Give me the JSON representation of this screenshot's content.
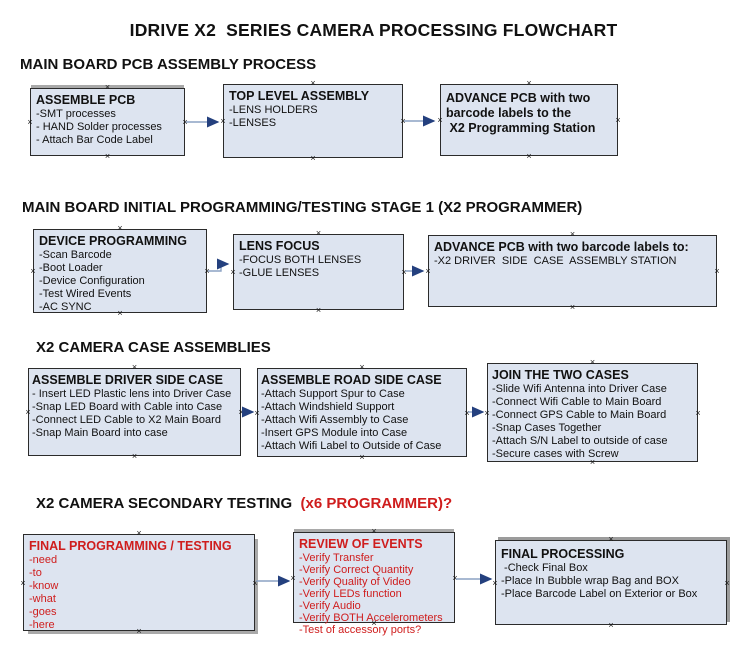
{
  "title": "IDRIVE X2  SERIES CAMERA PROCESSING FLOWCHART",
  "colors": {
    "box_fill": "#dde4f0",
    "box_border": "#2b2b2b",
    "arrow_line": "#8ba2c4",
    "arrow_head": "#24407e",
    "alert_red": "#cf1d1d",
    "shadow_gray": "#a9a9a9"
  },
  "sections": [
    {
      "heading": "MAIN BOARD PCB ASSEMBLY PROCESS",
      "boxes": [
        {
          "title": "ASSEMBLE PCB",
          "items": [
            "-SMT processes",
            "- HAND Solder processes",
            "- Attach Bar Code Label"
          ]
        },
        {
          "title": "TOP LEVEL ASSEMBLY",
          "items": [
            "-LENS HOLDERS",
            "-LENSES"
          ]
        },
        {
          "title": "ADVANCE PCB with two\nbarcode labels to the\n X2 Programming Station",
          "items": []
        }
      ]
    },
    {
      "heading": "MAIN BOARD INITIAL PROGRAMMING/TESTING STAGE 1 (X2 PROGRAMMER)",
      "boxes": [
        {
          "title": "DEVICE PROGRAMMING",
          "items": [
            "-Scan Barcode",
            "-Boot Loader",
            "-Device Configuration",
            "-Test Wired Events",
            "-AC SYNC"
          ]
        },
        {
          "title": "LENS FOCUS",
          "items": [
            "-FOCUS BOTH LENSES",
            "-GLUE LENSES"
          ]
        },
        {
          "title": "ADVANCE PCB with two barcode labels to:",
          "items": [
            "-X2 DRIVER  SIDE  CASE  ASSEMBLY STATION"
          ]
        }
      ]
    },
    {
      "heading": "X2 CAMERA CASE ASSEMBLIES",
      "boxes": [
        {
          "title": "ASSEMBLE DRIVER SIDE CASE",
          "items": [
            "- Insert LED Plastic lens into Driver Case",
            "-Snap LED Board with Cable into Case",
            "-Connect LED Cable to X2 Main Board",
            "-Snap Main Board into case"
          ]
        },
        {
          "title": "ASSEMBLE ROAD SIDE CASE",
          "items": [
            "-Attach Support Spur to Case",
            "-Attach Windshield Support",
            "-Attach Wifi Assembly to Case",
            "-Insert GPS Module into Case",
            "-Attach Wifi Label to Outside of Case"
          ]
        },
        {
          "title": "JOIN THE TWO CASES",
          "items": [
            "-Slide Wifi Antenna into Driver Case",
            "-Connect Wifi Cable to Main Board",
            "-Connect GPS Cable to Main Board",
            "-Snap Cases Together",
            "-Attach S/N Label to outside of case",
            "-Secure cases with Screw"
          ]
        }
      ]
    },
    {
      "heading": "X2 CAMERA SECONDARY TESTING ",
      "heading_red": " (x6 PROGRAMMER)?",
      "boxes": [
        {
          "title": "FINAL PROGRAMMING / TESTING",
          "items": [
            "-need",
            "-to",
            "-know",
            "-what",
            "-goes",
            "-here"
          ]
        },
        {
          "title": "REVIEW OF EVENTS",
          "items": [
            "-Verify Transfer",
            "-Verify Correct Quantity",
            "-Verify Quality of Video",
            "-Verify LEDs function",
            "-Verify Audio",
            "-Verify BOTH Accelerometers",
            "-Test of accessory ports?"
          ]
        },
        {
          "title": "FINAL PROCESSING",
          "items": [
            " -Check Final Box",
            "-Place In Bubble wrap Bag and BOX",
            "-Place Barcode Label on Exterior or Box"
          ]
        }
      ]
    }
  ]
}
